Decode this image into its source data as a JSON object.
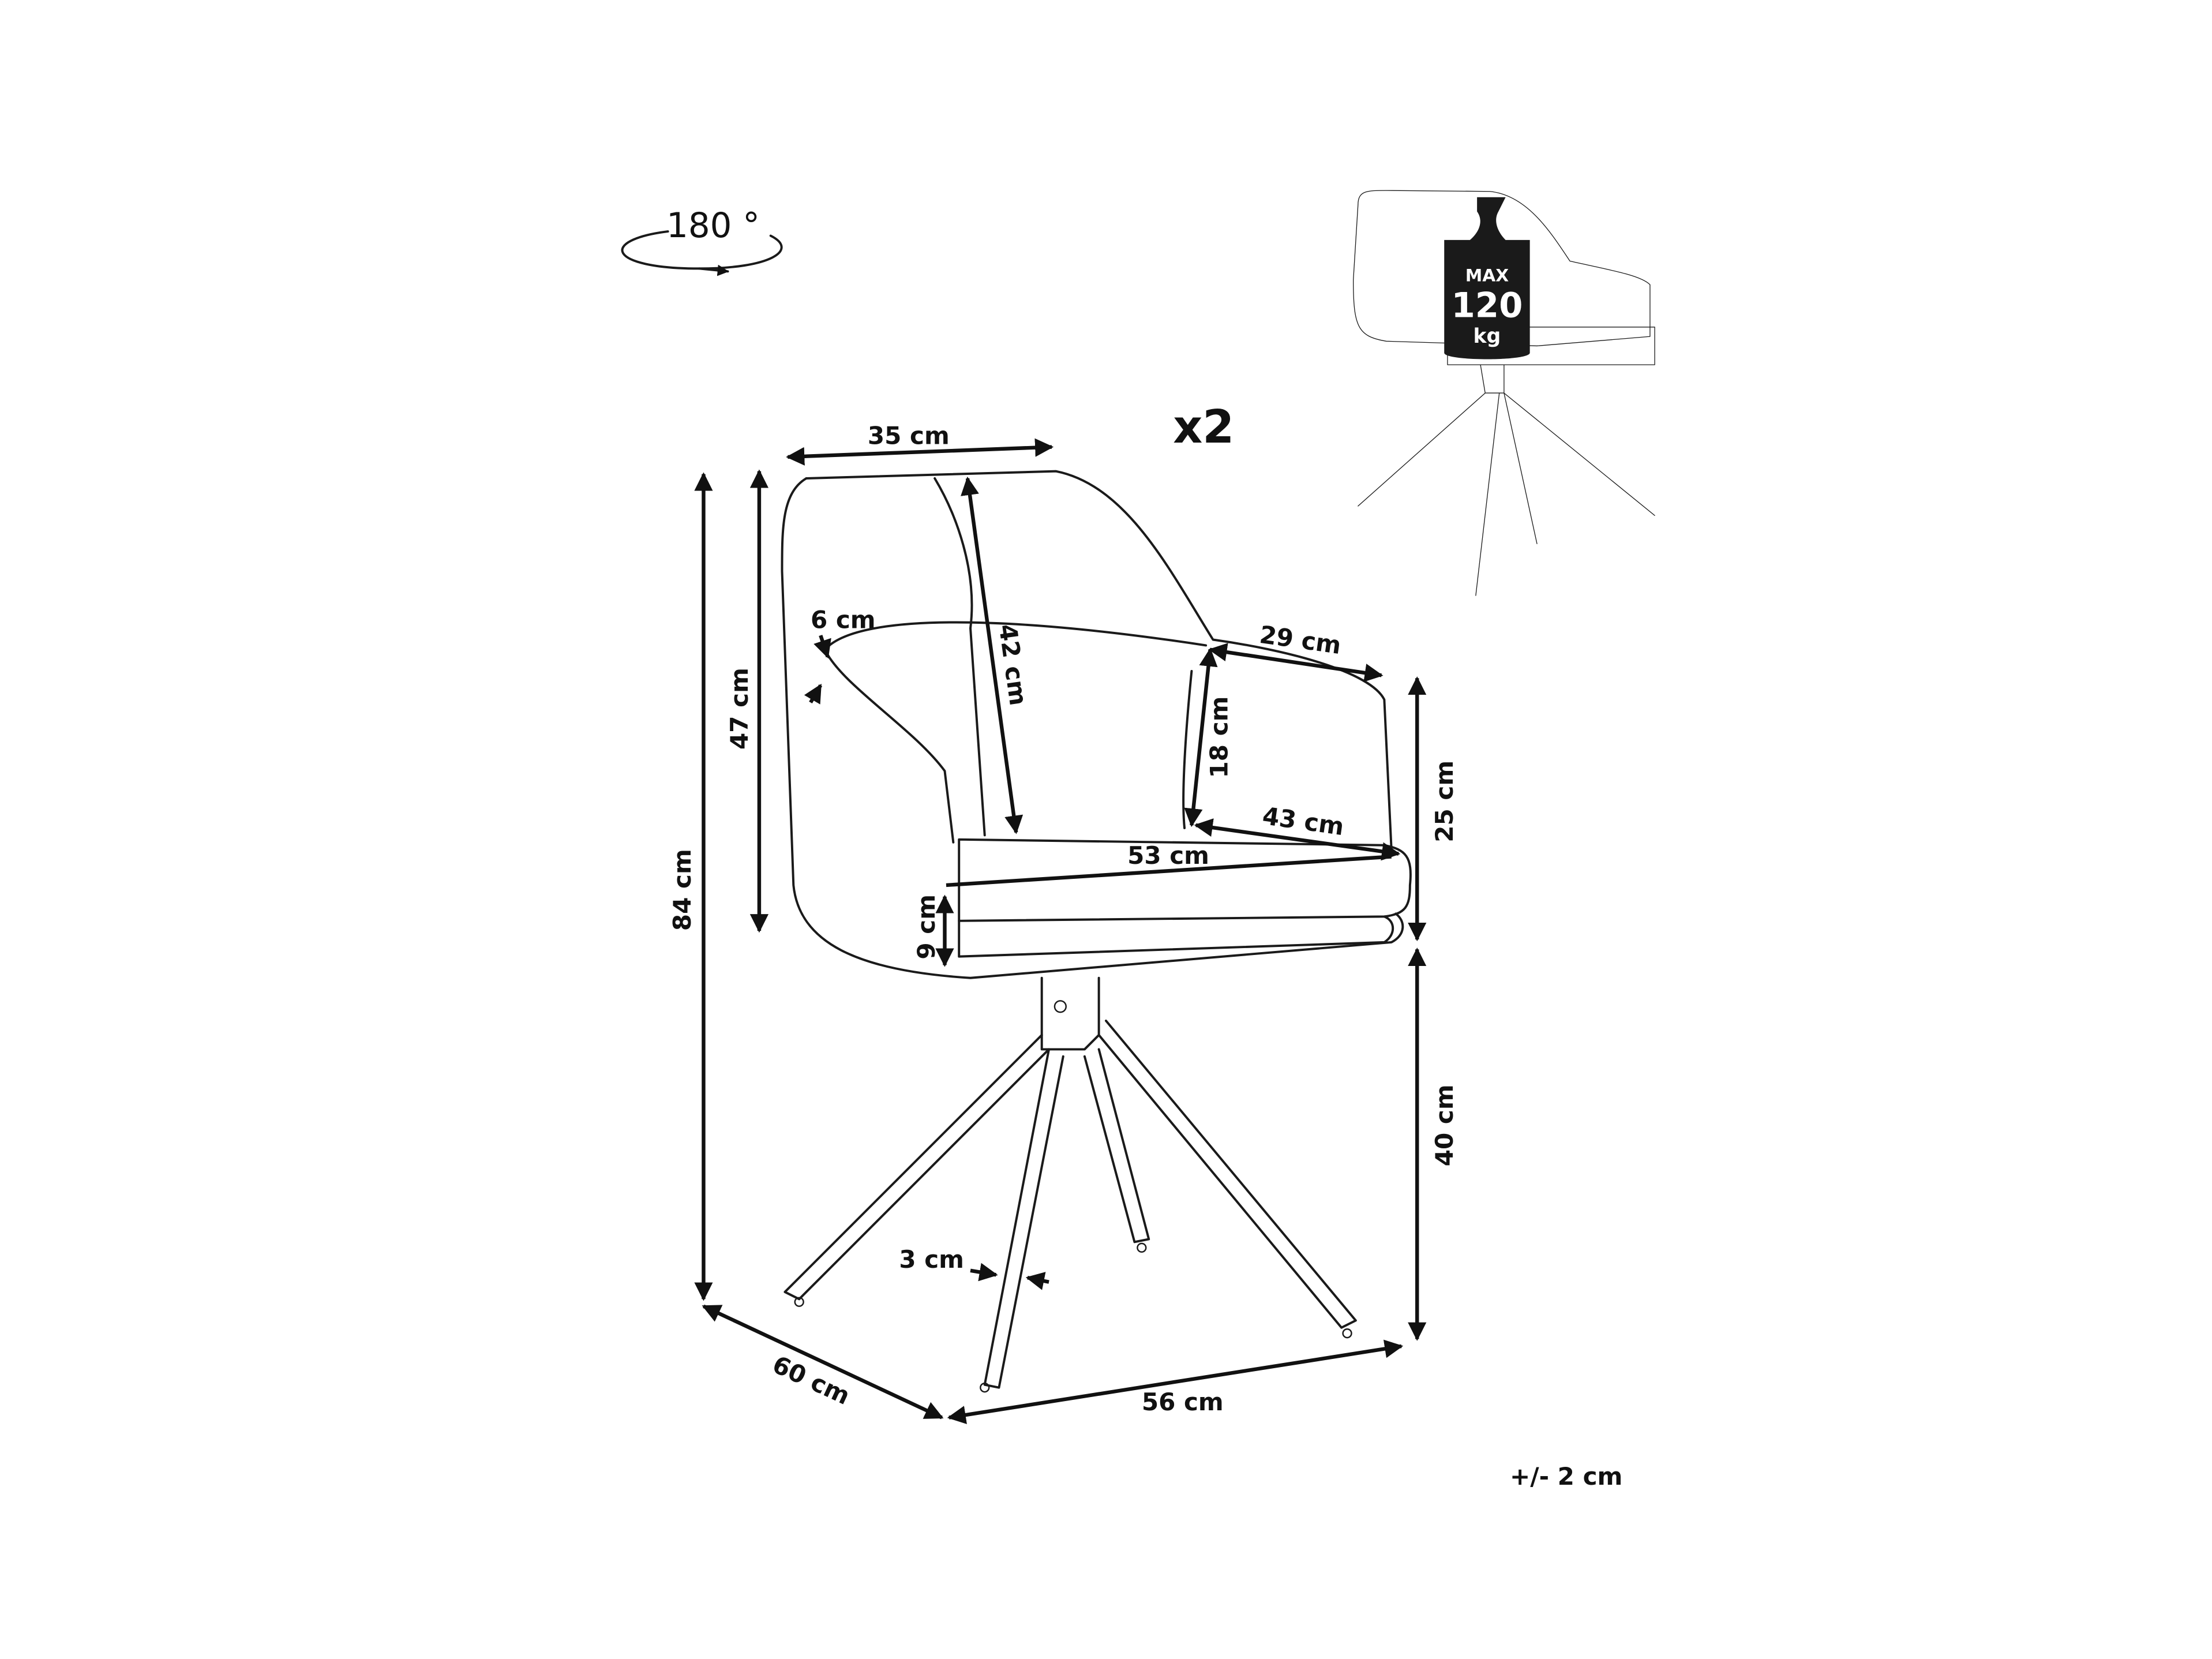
{
  "rotation": {
    "label": "180 °"
  },
  "quantity": {
    "label": "x2"
  },
  "max_load": {
    "line1": "MAX",
    "line2": "120",
    "line3": "kg"
  },
  "dimensions": {
    "back_width": "35 cm",
    "back_height": "42 cm",
    "back_depth": "6 cm",
    "armrest_length": "29 cm",
    "armrest_height": "18 cm",
    "seat_depth": "43 cm",
    "seat_width": "53 cm",
    "seat_thickness": "9 cm",
    "total_height": "84 cm",
    "seat_to_top": "47 cm",
    "armrest_from_seat": "25 cm",
    "seat_height": "40 cm",
    "leg_width": "3 cm",
    "depth": "60 cm",
    "width": "56 cm"
  },
  "tolerance": "+/- 2 cm",
  "colors": {
    "line": "#1a1a1a",
    "background": "#ffffff"
  }
}
